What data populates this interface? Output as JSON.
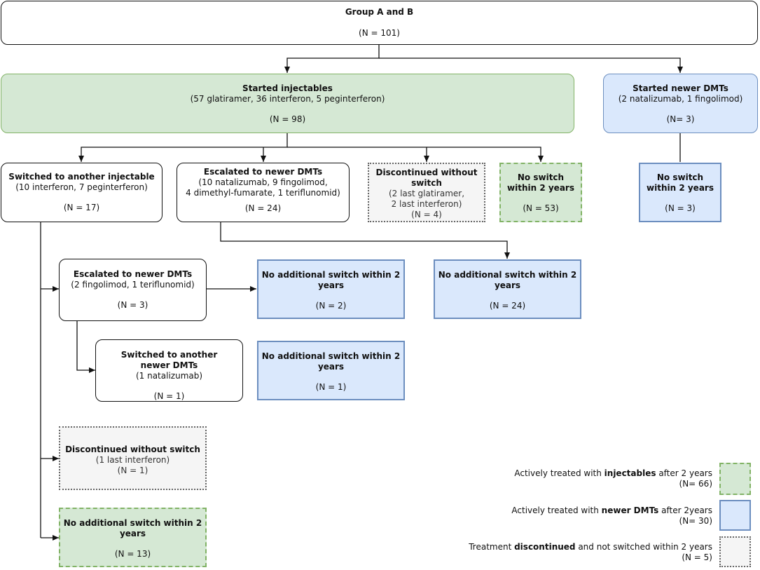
{
  "top": {
    "title": "Group A and B",
    "n": "(N = 101)"
  },
  "injectables": {
    "title": "Started injectables",
    "sub": "(57 glatiramer, 36 interferon, 5 peginterferon)",
    "n": "(N = 98)"
  },
  "newer": {
    "title": "Started newer DMTs",
    "sub": "(2 natalizumab, 1 fingolimod)",
    "n": "(N= 3)"
  },
  "switched": {
    "title": "Switched to another injectable",
    "sub": "(10 interferon, 7 peginterferon)",
    "n": "(N = 17)"
  },
  "escalated": {
    "title": "Escalated to newer DMTs",
    "sub": "(10 natalizumab, 9 fingolimod,\n4 dimethyl-fumarate, 1 teriflunomid)",
    "n": "(N = 24)"
  },
  "discontinued": {
    "title": "Discontinued without switch",
    "sub": "(2 last glatiramer,\n2 last interferon)",
    "n": "(N = 4)"
  },
  "noswitch_inj": {
    "title": "No switch within 2 years",
    "n": "(N = 53)"
  },
  "noswitch_new": {
    "title": "No switch within 2 years",
    "n": "(N = 3)"
  },
  "escalated2": {
    "title": "Escalated to newer DMTs",
    "sub": "(2 fingolimod, 1 teriflunomid)",
    "n": "(N = 3)"
  },
  "noadd_a": {
    "title": "No additional switch within 2 years",
    "n": "(N = 2)"
  },
  "noadd_b": {
    "title": "No additional switch within 2 years",
    "n": "(N = 24)"
  },
  "switched_newer": {
    "title": "Switched to another newer DMTs",
    "sub": "(1 natalizumab)",
    "n": "(N = 1)"
  },
  "noadd_c": {
    "title": "No additional switch within 2 years",
    "n": "(N = 1)"
  },
  "discontinued2": {
    "title": "Discontinued without switch",
    "sub": "(1 last interferon)",
    "n": "(N = 1)"
  },
  "noadd_d": {
    "title": "No additional switch within 2 years",
    "n": "(N = 13)"
  },
  "legend": {
    "injectables": {
      "pre": "Actively treated with ",
      "bold": "injectables",
      "post": " after 2 years",
      "n": "(N= 66)"
    },
    "newer": {
      "pre": "Actively treated with ",
      "bold": "newer DMTs",
      "post": " after 2years",
      "n": "(N= 30)"
    },
    "discontinued": {
      "pre": "Treatment ",
      "bold": "discontinued",
      "post": " and not switched within 2 years",
      "n": "(N = 5)"
    }
  },
  "colors": {
    "green_fill": "#d5e8d4",
    "green_border": "#82b366",
    "blue_fill": "#dae8fc",
    "blue_border": "#6c8ebf",
    "gray_fill": "#f5f5f5",
    "gray_border": "#666666"
  }
}
